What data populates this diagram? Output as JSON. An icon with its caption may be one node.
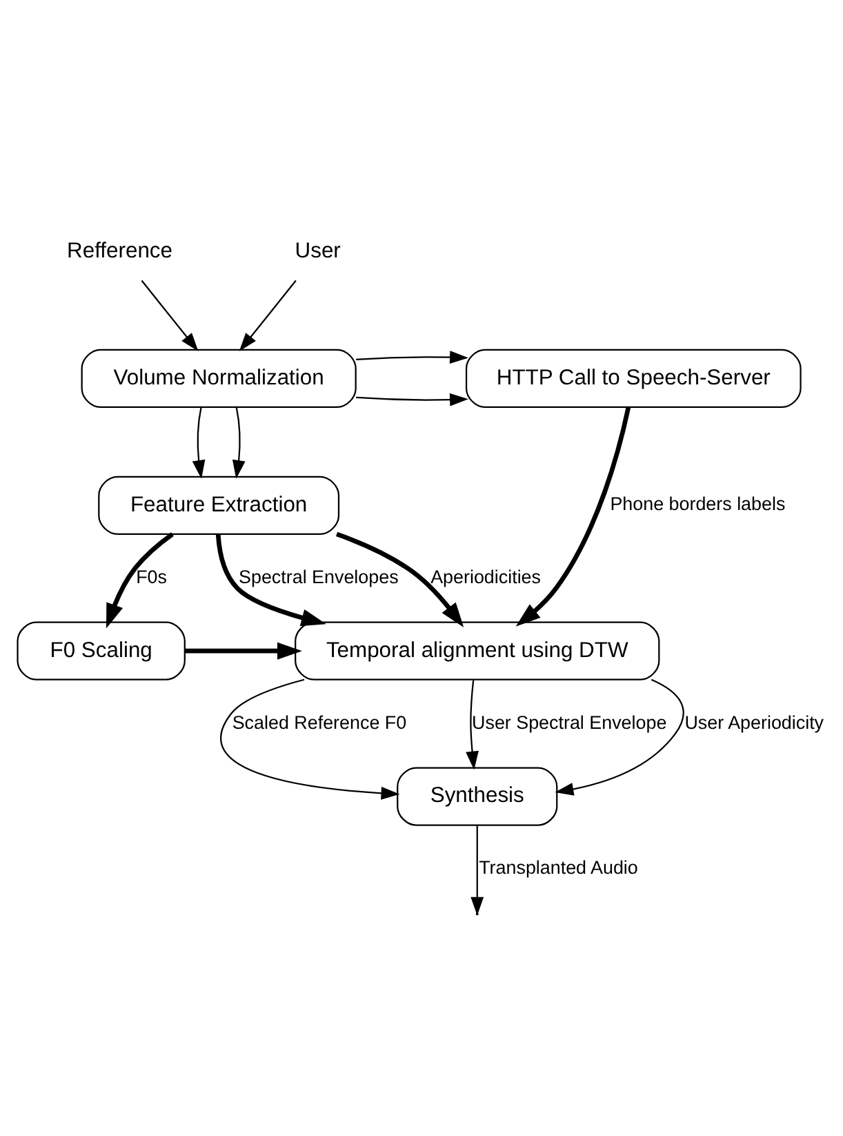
{
  "diagram": {
    "nodes": [
      {
        "text": [
          "Refference"
        ]
      },
      {
        "text": [
          "User"
        ]
      },
      {
        "text": [
          "Volume Normalization"
        ]
      },
      {
        "text": [
          "HTTP Call to Speech-Server"
        ]
      },
      {
        "text": [
          "Feature Extraction"
        ]
      },
      {
        "text": [
          "F0 Scaling"
        ]
      },
      {
        "text": [
          "Temporal alignment using DTW"
        ]
      },
      {
        "text": [
          "Synthesis"
        ]
      }
    ],
    "edges": [
      {
        "from": 0,
        "to": 2,
        "arrow": "to"
      },
      {
        "from": 1,
        "to": 2,
        "arrow": "to"
      },
      {
        "from": 2,
        "to": 3,
        "arrow": "to"
      },
      {
        "from": 2,
        "to": 3,
        "arrow": "to"
      },
      {
        "from": 2,
        "to": 4,
        "arrow": "to"
      },
      {
        "from": 2,
        "to": 4,
        "arrow": "to"
      },
      {
        "from": 4,
        "to": 5,
        "arrow": "to",
        "label": "F0s",
        "style": "thick"
      },
      {
        "from": 4,
        "to": 6,
        "arrow": "to",
        "label": "Spectral Envelopes",
        "style": "thick"
      },
      {
        "from": 4,
        "to": 6,
        "arrow": "to",
        "label": "Aperiodicities",
        "style": "thick"
      },
      {
        "from": 3,
        "to": 6,
        "arrow": "to",
        "label": "Phone borders labels",
        "style": "thick"
      },
      {
        "from": 5,
        "to": 6,
        "arrow": "to",
        "style": "thick"
      },
      {
        "from": 6,
        "to": 7,
        "arrow": "to",
        "label": "Scaled Reference F0"
      },
      {
        "from": 6,
        "to": 7,
        "arrow": "to",
        "label": "User Spectral Envelope"
      },
      {
        "from": 6,
        "to": 7,
        "arrow": "to",
        "label": "User Aperiodicity"
      },
      {
        "from": 7,
        "to": null,
        "arrow": "to",
        "label": "Transplanted Audio"
      }
    ]
  }
}
